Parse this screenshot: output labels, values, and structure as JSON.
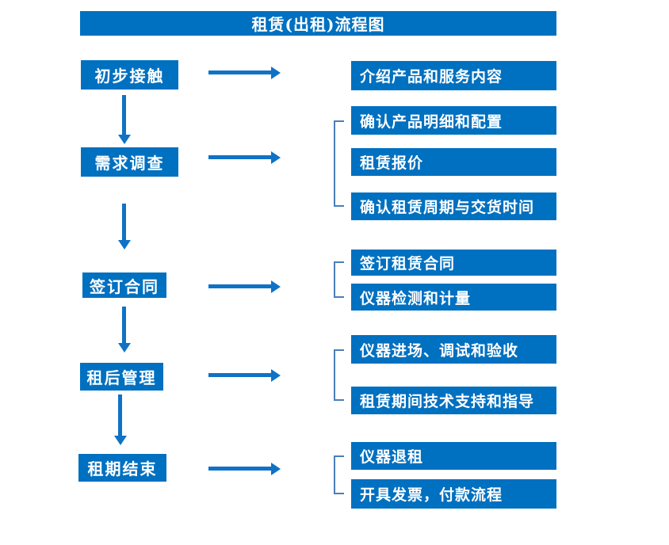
{
  "title": "租赁(出租)流程图",
  "colors": {
    "box": "#0070c0",
    "arrow": "#0f72c6",
    "bracket": "#4a7ebb",
    "text": "#ffffff"
  },
  "stages": [
    {
      "label": "初步接触",
      "outputs": [
        "介绍产品和服务内容"
      ]
    },
    {
      "label": "需求调查",
      "outputs": [
        "确认产品明细和配置",
        "租赁报价",
        "确认租赁周期与交货时间"
      ]
    },
    {
      "label": "签订合同",
      "outputs": [
        "签订租赁合同",
        "仪器检测和计量"
      ]
    },
    {
      "label": "租后管理",
      "outputs": [
        "仪器进场、调试和验收",
        "租赁期间技术支持和指导"
      ]
    },
    {
      "label": "租期结束",
      "outputs": [
        "仪器退租",
        "开具发票，付款流程"
      ]
    }
  ]
}
